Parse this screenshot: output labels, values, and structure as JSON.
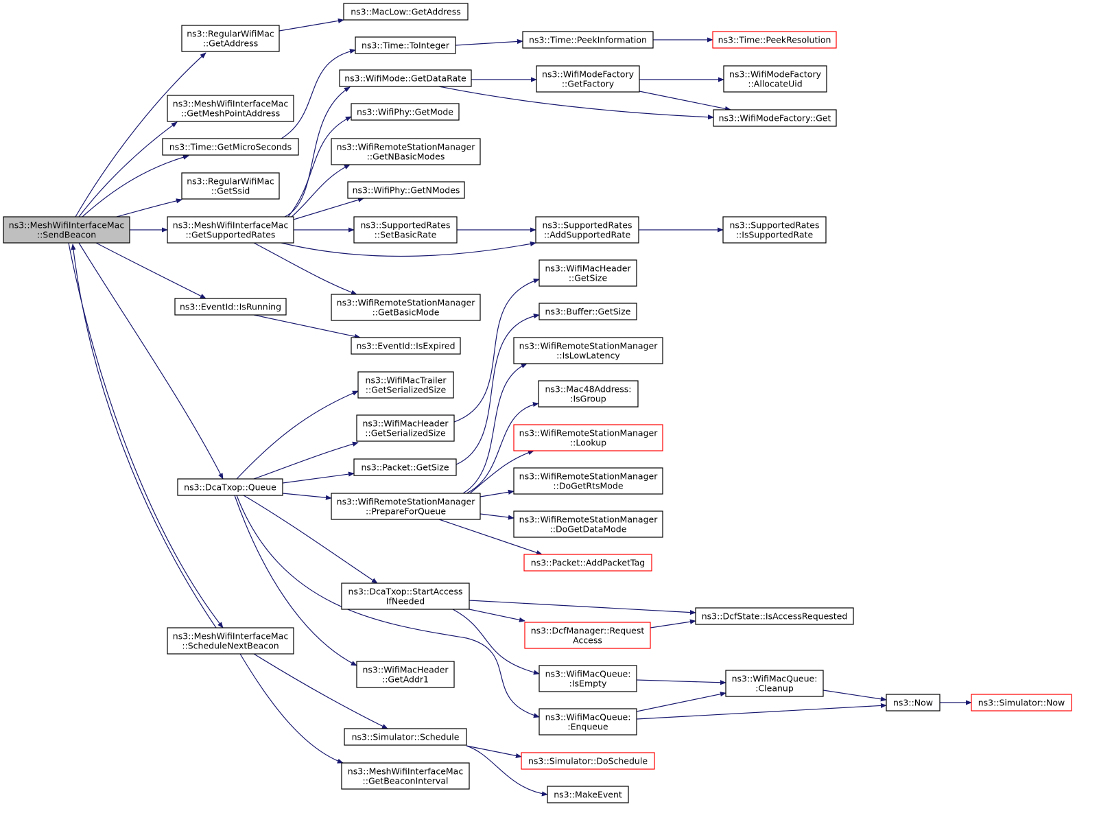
{
  "nodes": [
    {
      "id": "send_beacon",
      "lines": [
        "ns3::MeshWifiInterfaceMac",
        "::SendBeacon"
      ],
      "root": true
    },
    {
      "id": "regular_get_address",
      "lines": [
        "ns3::RegularWifiMac",
        "::GetAddress"
      ]
    },
    {
      "id": "maclow_get_address",
      "lines": [
        "ns3::MacLow::GetAddress"
      ]
    },
    {
      "id": "get_mesh_point_address",
      "lines": [
        "ns3::MeshWifiInterfaceMac",
        "::GetMeshPointAddress"
      ]
    },
    {
      "id": "time_get_micro_seconds",
      "lines": [
        "ns3::Time::GetMicroSeconds"
      ]
    },
    {
      "id": "regular_get_ssid",
      "lines": [
        "ns3::RegularWifiMac",
        "::GetSsid"
      ]
    },
    {
      "id": "get_supported_rates",
      "lines": [
        "ns3::MeshWifiInterfaceMac",
        "::GetSupportedRates"
      ]
    },
    {
      "id": "eventid_is_running",
      "lines": [
        "ns3::EventId::IsRunning"
      ]
    },
    {
      "id": "dcatxop_queue",
      "lines": [
        "ns3::DcaTxop::Queue"
      ]
    },
    {
      "id": "schedule_next_beacon",
      "lines": [
        "ns3::MeshWifiInterfaceMac",
        "::ScheduleNextBeacon"
      ]
    },
    {
      "id": "time_to_integer",
      "lines": [
        "ns3::Time::ToInteger"
      ]
    },
    {
      "id": "wifimode_get_data_rate",
      "lines": [
        "ns3::WifiMode::GetDataRate"
      ]
    },
    {
      "id": "wifiphy_get_mode",
      "lines": [
        "ns3::WifiPhy::GetMode"
      ]
    },
    {
      "id": "wrsm_get_n_basic_modes",
      "lines": [
        "ns3::WifiRemoteStationManager",
        "::GetNBasicModes"
      ]
    },
    {
      "id": "wifiphy_get_n_modes",
      "lines": [
        "ns3::WifiPhy::GetNModes"
      ]
    },
    {
      "id": "supported_rates_set_basic_rate",
      "lines": [
        "ns3::SupportedRates",
        "::SetBasicRate"
      ]
    },
    {
      "id": "wrsm_get_basic_mode",
      "lines": [
        "ns3::WifiRemoteStationManager",
        "::GetBasicMode"
      ]
    },
    {
      "id": "eventid_is_expired",
      "lines": [
        "ns3::EventId::IsExpired"
      ]
    },
    {
      "id": "wifimactrailer_get_serialized_size",
      "lines": [
        "ns3::WifiMacTrailer",
        "::GetSerializedSize"
      ]
    },
    {
      "id": "wifimacheader_get_serialized_size",
      "lines": [
        "ns3::WifiMacHeader",
        "::GetSerializedSize"
      ]
    },
    {
      "id": "packet_get_size",
      "lines": [
        "ns3::Packet::GetSize"
      ]
    },
    {
      "id": "wrsm_prepare_for_queue",
      "lines": [
        "ns3::WifiRemoteStationManager",
        "::PrepareForQueue"
      ]
    },
    {
      "id": "dcatxop_start_access_if_needed",
      "lines": [
        "ns3::DcaTxop::StartAccess",
        "IfNeeded"
      ]
    },
    {
      "id": "wifimacheader_get_addr1",
      "lines": [
        "ns3::WifiMacHeader",
        "::GetAddr1"
      ]
    },
    {
      "id": "simulator_schedule",
      "lines": [
        "ns3::Simulator::Schedule"
      ]
    },
    {
      "id": "get_beacon_interval",
      "lines": [
        "ns3::MeshWifiInterfaceMac",
        "::GetBeaconInterval"
      ]
    },
    {
      "id": "time_peek_information",
      "lines": [
        "ns3::Time::PeekInformation"
      ]
    },
    {
      "id": "wifimodefactory_get_factory",
      "lines": [
        "ns3::WifiModeFactory",
        "::GetFactory"
      ]
    },
    {
      "id": "supported_rates_add_supported_rate",
      "lines": [
        "ns3::SupportedRates",
        "::AddSupportedRate"
      ]
    },
    {
      "id": "wifimacheader_get_size",
      "lines": [
        "ns3::WifiMacHeader",
        "::GetSize"
      ]
    },
    {
      "id": "buffer_get_size",
      "lines": [
        "ns3::Buffer::GetSize"
      ]
    },
    {
      "id": "wrsm_is_low_latency",
      "lines": [
        "ns3::WifiRemoteStationManager",
        "::IsLowLatency"
      ]
    },
    {
      "id": "mac48address_is_group",
      "lines": [
        "ns3::Mac48Address:",
        ":IsGroup"
      ]
    },
    {
      "id": "wrsm_lookup",
      "lines": [
        "ns3::WifiRemoteStationManager",
        "::Lookup"
      ],
      "truncated": true
    },
    {
      "id": "wrsm_do_get_rts_mode",
      "lines": [
        "ns3::WifiRemoteStationManager",
        "::DoGetRtsMode"
      ]
    },
    {
      "id": "wrsm_do_get_data_mode",
      "lines": [
        "ns3::WifiRemoteStationManager",
        "::DoGetDataMode"
      ]
    },
    {
      "id": "packet_add_packet_tag",
      "lines": [
        "ns3::Packet::AddPacketTag"
      ],
      "truncated": true
    },
    {
      "id": "dcfmanager_request_access",
      "lines": [
        "ns3::DcfManager::Request",
        "Access"
      ],
      "truncated": true
    },
    {
      "id": "wifimacqueue_is_empty",
      "lines": [
        "ns3::WifiMacQueue:",
        ":IsEmpty"
      ]
    },
    {
      "id": "wifimacqueue_enqueue",
      "lines": [
        "ns3::WifiMacQueue:",
        ":Enqueue"
      ]
    },
    {
      "id": "simulator_do_schedule",
      "lines": [
        "ns3::Simulator::DoSchedule"
      ],
      "truncated": true
    },
    {
      "id": "make_event",
      "lines": [
        "ns3::MakeEvent"
      ]
    },
    {
      "id": "time_peek_resolution",
      "lines": [
        "ns3::Time::PeekResolution"
      ],
      "truncated": true
    },
    {
      "id": "wifimodefactory_allocate_uid",
      "lines": [
        "ns3::WifiModeFactory",
        "::AllocateUid"
      ]
    },
    {
      "id": "wifimodefactory_get",
      "lines": [
        "ns3::WifiModeFactory::Get"
      ]
    },
    {
      "id": "supported_rates_is_supported_rate",
      "lines": [
        "ns3::SupportedRates",
        "::IsSupportedRate"
      ]
    },
    {
      "id": "dcfstate_is_access_requested",
      "lines": [
        "ns3::DcfState::IsAccessRequested"
      ]
    },
    {
      "id": "wifimacqueue_cleanup",
      "lines": [
        "ns3::WifiMacQueue:",
        ":Cleanup"
      ]
    },
    {
      "id": "now",
      "lines": [
        "ns3::Now"
      ]
    },
    {
      "id": "simulator_now",
      "lines": [
        "ns3::Simulator::Now"
      ],
      "truncated": true
    }
  ],
  "edges": [
    [
      "send_beacon",
      "regular_get_address"
    ],
    [
      "send_beacon",
      "get_mesh_point_address"
    ],
    [
      "send_beacon",
      "time_get_micro_seconds"
    ],
    [
      "send_beacon",
      "regular_get_ssid"
    ],
    [
      "send_beacon",
      "get_supported_rates"
    ],
    [
      "send_beacon",
      "eventid_is_running"
    ],
    [
      "send_beacon",
      "dcatxop_queue"
    ],
    [
      "send_beacon",
      "schedule_next_beacon"
    ],
    [
      "schedule_next_beacon",
      "send_beacon"
    ],
    [
      "regular_get_address",
      "maclow_get_address"
    ],
    [
      "time_get_micro_seconds",
      "time_to_integer"
    ],
    [
      "time_to_integer",
      "time_peek_information"
    ],
    [
      "time_peek_information",
      "time_peek_resolution"
    ],
    [
      "get_supported_rates",
      "wifimode_get_data_rate"
    ],
    [
      "get_supported_rates",
      "wifiphy_get_mode"
    ],
    [
      "get_supported_rates",
      "wrsm_get_n_basic_modes"
    ],
    [
      "get_supported_rates",
      "wifiphy_get_n_modes"
    ],
    [
      "get_supported_rates",
      "supported_rates_set_basic_rate"
    ],
    [
      "get_supported_rates",
      "supported_rates_add_supported_rate"
    ],
    [
      "get_supported_rates",
      "wrsm_get_basic_mode"
    ],
    [
      "wifimode_get_data_rate",
      "wifimodefactory_get_factory"
    ],
    [
      "wifimode_get_data_rate",
      "wifimodefactory_get"
    ],
    [
      "wifimodefactory_get_factory",
      "wifimodefactory_allocate_uid"
    ],
    [
      "wifimodefactory_get_factory",
      "wifimodefactory_get"
    ],
    [
      "supported_rates_set_basic_rate",
      "supported_rates_add_supported_rate"
    ],
    [
      "supported_rates_add_supported_rate",
      "supported_rates_is_supported_rate"
    ],
    [
      "eventid_is_running",
      "eventid_is_expired"
    ],
    [
      "dcatxop_queue",
      "wifimactrailer_get_serialized_size"
    ],
    [
      "dcatxop_queue",
      "wifimacheader_get_serialized_size"
    ],
    [
      "dcatxop_queue",
      "packet_get_size"
    ],
    [
      "dcatxop_queue",
      "wrsm_prepare_for_queue"
    ],
    [
      "dcatxop_queue",
      "dcatxop_start_access_if_needed"
    ],
    [
      "dcatxop_queue",
      "wifimacheader_get_addr1"
    ],
    [
      "dcatxop_queue",
      "wifimacqueue_enqueue"
    ],
    [
      "wifimacheader_get_serialized_size",
      "wifimacheader_get_size"
    ],
    [
      "packet_get_size",
      "buffer_get_size"
    ],
    [
      "wrsm_prepare_for_queue",
      "wrsm_is_low_latency"
    ],
    [
      "wrsm_prepare_for_queue",
      "mac48address_is_group"
    ],
    [
      "wrsm_prepare_for_queue",
      "wrsm_lookup"
    ],
    [
      "wrsm_prepare_for_queue",
      "wrsm_do_get_rts_mode"
    ],
    [
      "wrsm_prepare_for_queue",
      "wrsm_do_get_data_mode"
    ],
    [
      "wrsm_prepare_for_queue",
      "packet_add_packet_tag"
    ],
    [
      "dcatxop_start_access_if_needed",
      "dcfstate_is_access_requested"
    ],
    [
      "dcatxop_start_access_if_needed",
      "dcfmanager_request_access"
    ],
    [
      "dcatxop_start_access_if_needed",
      "wifimacqueue_is_empty"
    ],
    [
      "dcfmanager_request_access",
      "dcfstate_is_access_requested"
    ],
    [
      "wifimacqueue_is_empty",
      "wifimacqueue_cleanup"
    ],
    [
      "wifimacqueue_enqueue",
      "wifimacqueue_cleanup"
    ],
    [
      "wifimacqueue_enqueue",
      "now"
    ],
    [
      "wifimacqueue_cleanup",
      "now"
    ],
    [
      "now",
      "simulator_now"
    ],
    [
      "schedule_next_beacon",
      "simulator_schedule"
    ],
    [
      "schedule_next_beacon",
      "get_beacon_interval"
    ],
    [
      "simulator_schedule",
      "simulator_do_schedule"
    ],
    [
      "simulator_schedule",
      "make_event"
    ]
  ],
  "colors": {
    "edge": "#191970",
    "node_border": "#000000",
    "truncated_border": "#ff0000",
    "root_fill": "#bfbfbf",
    "node_fill": "#ffffff"
  }
}
